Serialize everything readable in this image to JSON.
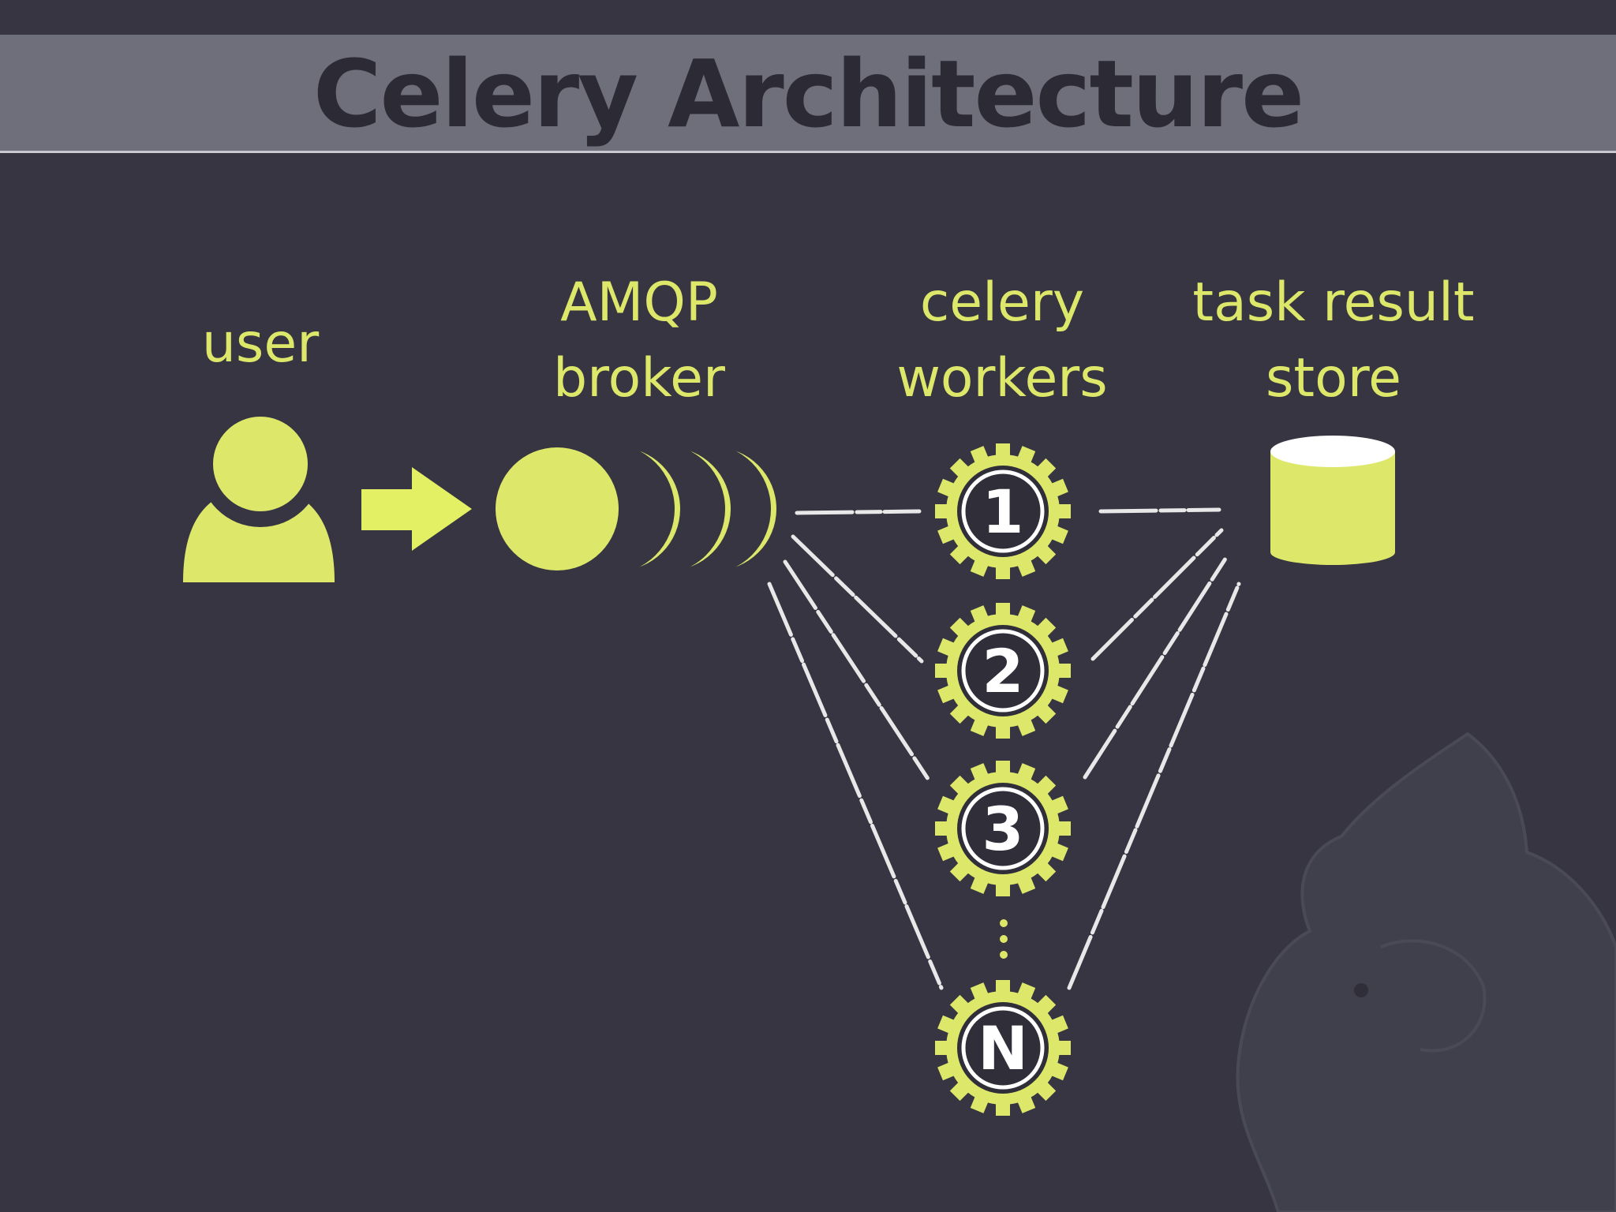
{
  "title": "Celery Architecture",
  "colors": {
    "background": "#363541",
    "title_bar": "#6f6e7b",
    "title_text": "#2b2a35",
    "accent": "#dde86a",
    "gear_center": "#2f2e39",
    "gear_number": "#ffffff",
    "connector": "#e8e8e8"
  },
  "nodes": {
    "user": {
      "label": [
        "user"
      ],
      "icon": "person-icon"
    },
    "broker": {
      "label": [
        "AMQP",
        "broker"
      ],
      "icon": "queue-icon"
    },
    "workers": {
      "label": [
        "celery",
        "workers"
      ],
      "icon": "gear-icon",
      "items": [
        "1",
        "2",
        "3",
        "N"
      ]
    },
    "store": {
      "label": [
        "task result",
        "store"
      ],
      "icon": "database-icon"
    }
  },
  "ellipsis_icon": "vertical-dots-icon",
  "arrow_icon": "arrow-right-icon",
  "watermark_icon": "celery-mascot-icon"
}
